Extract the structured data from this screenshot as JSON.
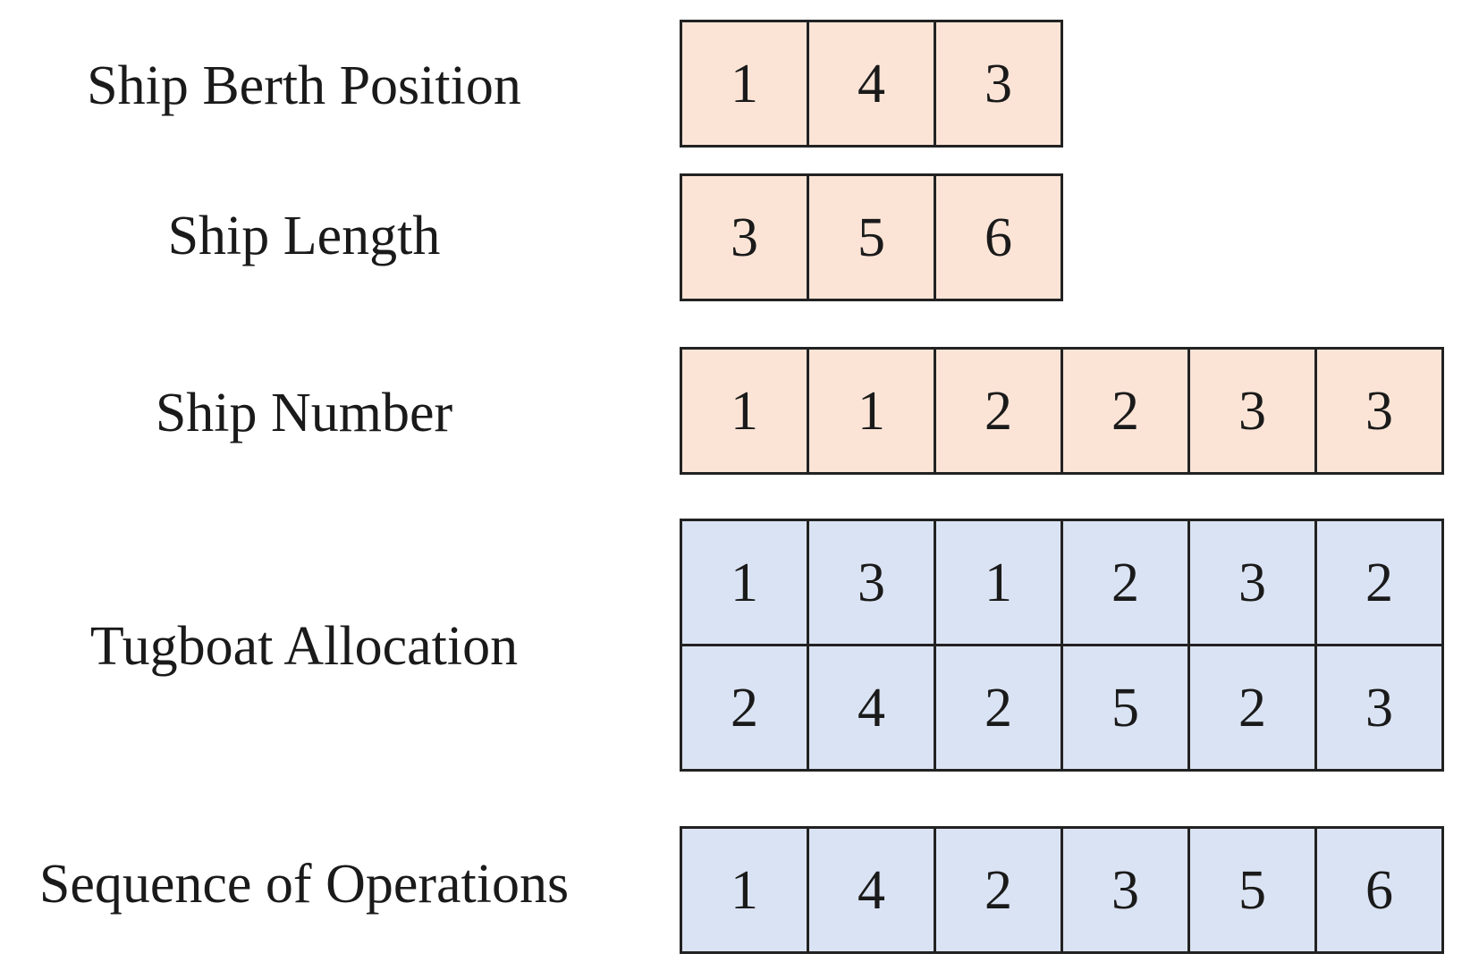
{
  "colors": {
    "peach_fill": "#fbe4d6",
    "blue_fill": "#dae3f3",
    "border": "#222222"
  },
  "rows": [
    {
      "id": "berth",
      "label": "Ship Berth Position",
      "color": "peach",
      "cells": [
        [
          "1",
          "4",
          "3"
        ]
      ]
    },
    {
      "id": "length",
      "label": "Ship Length",
      "color": "peach",
      "cells": [
        [
          "3",
          "5",
          "6"
        ]
      ]
    },
    {
      "id": "number",
      "label": "Ship Number",
      "color": "peach",
      "cells": [
        [
          "1",
          "1",
          "2",
          "2",
          "3",
          "3"
        ]
      ]
    },
    {
      "id": "tugboat",
      "label": "Tugboat Allocation",
      "color": "blue",
      "cells": [
        [
          "1",
          "3",
          "1",
          "2",
          "3",
          "2"
        ],
        [
          "2",
          "4",
          "2",
          "5",
          "2",
          "3"
        ]
      ]
    },
    {
      "id": "sequence",
      "label": "Sequence of Operations",
      "color": "blue",
      "cells": [
        [
          "1",
          "4",
          "2",
          "3",
          "5",
          "6"
        ]
      ]
    }
  ]
}
